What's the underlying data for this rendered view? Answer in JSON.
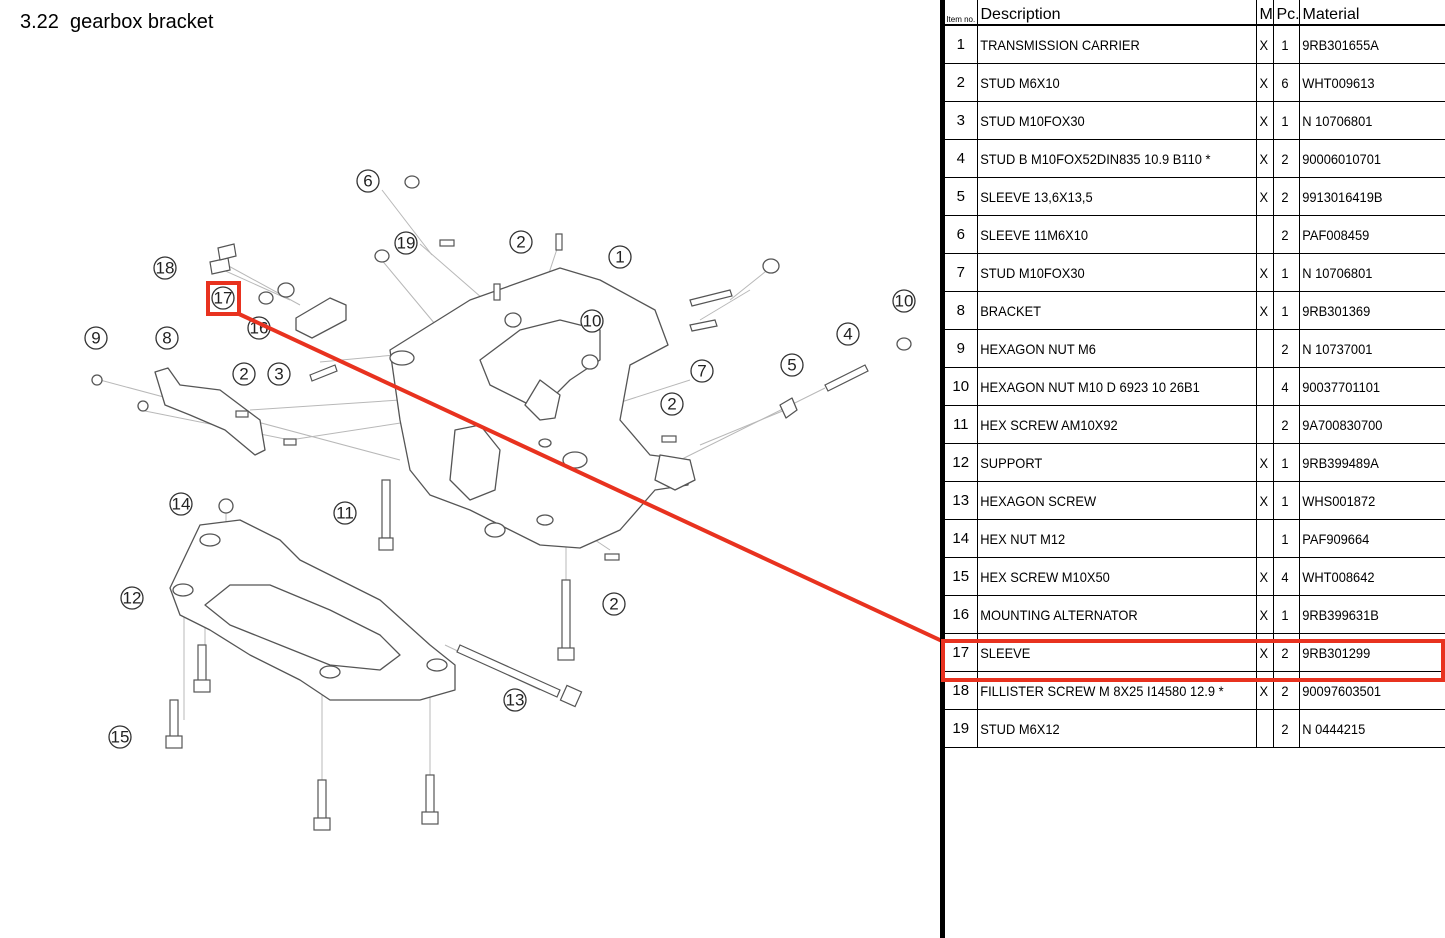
{
  "page_title": "3.22  gearbox bracket",
  "table": {
    "headers": {
      "item_no": "Item no.",
      "description": "Description",
      "m": "M",
      "pc": "Pc.",
      "material": "Material"
    },
    "rows": [
      {
        "item": "1",
        "description": "TRANSMISSION CARRIER",
        "m": "X",
        "pc": "1",
        "material": "9RB301655A"
      },
      {
        "item": "2",
        "description": "STUD M6X10",
        "m": "X",
        "pc": "6",
        "material": "WHT009613"
      },
      {
        "item": "3",
        "description": "STUD M10FOX30",
        "m": "X",
        "pc": "1",
        "material": "N 10706801"
      },
      {
        "item": "4",
        "description": "STUD B M10FOX52DIN835 10.9 B110 *",
        "m": "X",
        "pc": "2",
        "material": "90006010701"
      },
      {
        "item": "5",
        "description": "SLEEVE 13,6X13,5",
        "m": "X",
        "pc": "2",
        "material": "9913016419B"
      },
      {
        "item": "6",
        "description": "SLEEVE 11M6X10",
        "m": "",
        "pc": "2",
        "material": "PAF008459"
      },
      {
        "item": "7",
        "description": "STUD M10FOX30",
        "m": "X",
        "pc": "1",
        "material": "N 10706801"
      },
      {
        "item": "8",
        "description": "BRACKET",
        "m": "X",
        "pc": "1",
        "material": "9RB301369"
      },
      {
        "item": "9",
        "description": "HEXAGON NUT M6",
        "m": "",
        "pc": "2",
        "material": "N 10737001"
      },
      {
        "item": "10",
        "description": "HEXAGON NUT M10 D 6923 10 26B1",
        "m": "",
        "pc": "4",
        "material": "90037701101"
      },
      {
        "item": "11",
        "description": "HEX SCREW AM10X92",
        "m": "",
        "pc": "2",
        "material": "9A700830700"
      },
      {
        "item": "12",
        "description": "SUPPORT",
        "m": "X",
        "pc": "1",
        "material": "9RB399489A"
      },
      {
        "item": "13",
        "description": "HEXAGON SCREW",
        "m": "X",
        "pc": "1",
        "material": "WHS001872"
      },
      {
        "item": "14",
        "description": "HEX NUT M12",
        "m": "",
        "pc": "1",
        "material": "PAF909664"
      },
      {
        "item": "15",
        "description": "HEX SCREW M10X50",
        "m": "X",
        "pc": "4",
        "material": "WHT008642"
      },
      {
        "item": "16",
        "description": "MOUNTING ALTERNATOR",
        "m": "X",
        "pc": "1",
        "material": "9RB399631B"
      },
      {
        "item": "17",
        "description": "SLEEVE",
        "m": "X",
        "pc": "2",
        "material": "9RB301299"
      },
      {
        "item": "18",
        "description": "FILLISTER SCREW M 8X25 I14580 12.9 *",
        "m": "X",
        "pc": "2",
        "material": "90097603501"
      },
      {
        "item": "19",
        "description": "STUD M6X12",
        "m": "",
        "pc": "2",
        "material": "N 0444215"
      }
    ],
    "highlighted_item": "17"
  },
  "diagram": {
    "callouts": [
      "6",
      "19",
      "2",
      "1",
      "18",
      "17",
      "16",
      "10",
      "10",
      "9",
      "8",
      "2",
      "3",
      "7",
      "5",
      "4",
      "2",
      "14",
      "11",
      "12",
      "2",
      "13",
      "15"
    ],
    "highlight_color": "#e8321f"
  }
}
